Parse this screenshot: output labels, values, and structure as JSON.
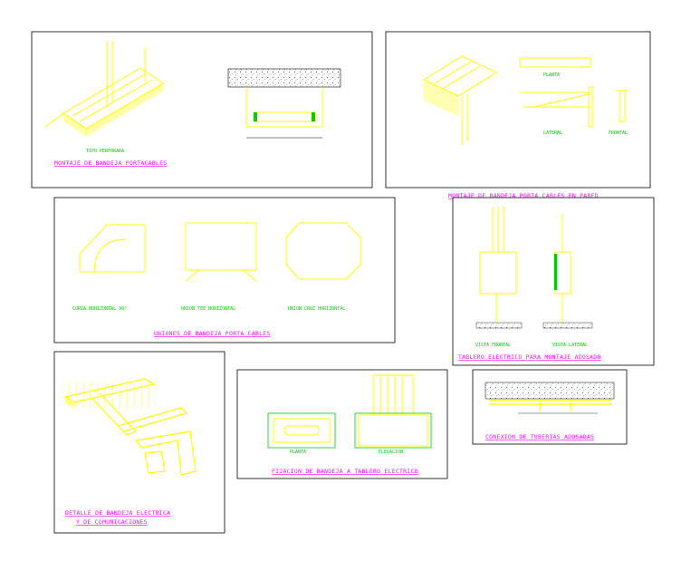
{
  "colors": {
    "frame": "#000000",
    "drawing_lines": "#ffff00",
    "title_text": "#ff00ff",
    "sub_labels": "#00cc00",
    "dimension_text": "#000000",
    "hatch": "#808080"
  },
  "panels": {
    "montaje_portacables": {
      "title": "MONTAJE DE BANDEJA PORTACABLES",
      "sub_label": "TIPO PERFORADA"
    },
    "montaje_pared": {
      "title": "MONTAJE DE BANDEJA PORTA CABLES EN PARED",
      "view_planta": "PLANTA",
      "view_lateral": "LATERAL",
      "view_frontal": "FRONTAL"
    },
    "uniones": {
      "title": "UNIONES DE BANDEJA PORTA CABLES",
      "curva": "CURVA HORIZONTAL 90°",
      "union_tee": "UNION TEE HORIZONTAL",
      "union_cruz": "UNION CRUZ HORIZONTAL"
    },
    "tablero": {
      "title": "TABLERO ELECTRICO PARA MONTAJE ADOSADO",
      "vista_frontal": "VISTA FRONTAL",
      "vista_lateral": "VISTA LATERAL"
    },
    "detalle": {
      "title_line1": "DETALLE DE BANDEJA ELECTRICA",
      "title_line2": "Y DE COMUNICACIONES"
    },
    "fijacion": {
      "title": "FIJACION DE BANDEJA A TABLERO ELECTRICO",
      "planta": "PLANTA",
      "elevacion": "ELEVACION"
    },
    "conexion": {
      "title": "CONEXION DE TUBERIAS ADOSADAS"
    }
  }
}
